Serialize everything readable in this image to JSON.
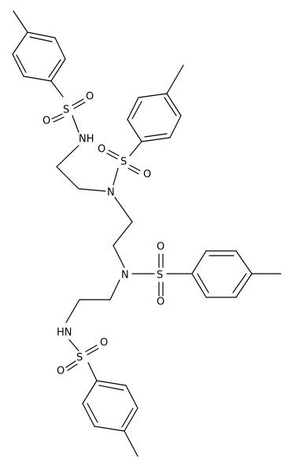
{
  "molecule": {
    "atoms": {
      "s1": "S",
      "o1a": "O",
      "o1b": "O",
      "nh1": "NH",
      "s2": "S",
      "o2a": "O",
      "o2b": "O",
      "n2": "N",
      "n3": "N",
      "s3": "S",
      "o3a": "O",
      "o3b": "O",
      "nh4": "HN",
      "s4": "S",
      "o4a": "O",
      "o4b": "O"
    }
  },
  "colors": {
    "bond": "#000000",
    "label": "#000000",
    "background": "#ffffff"
  }
}
